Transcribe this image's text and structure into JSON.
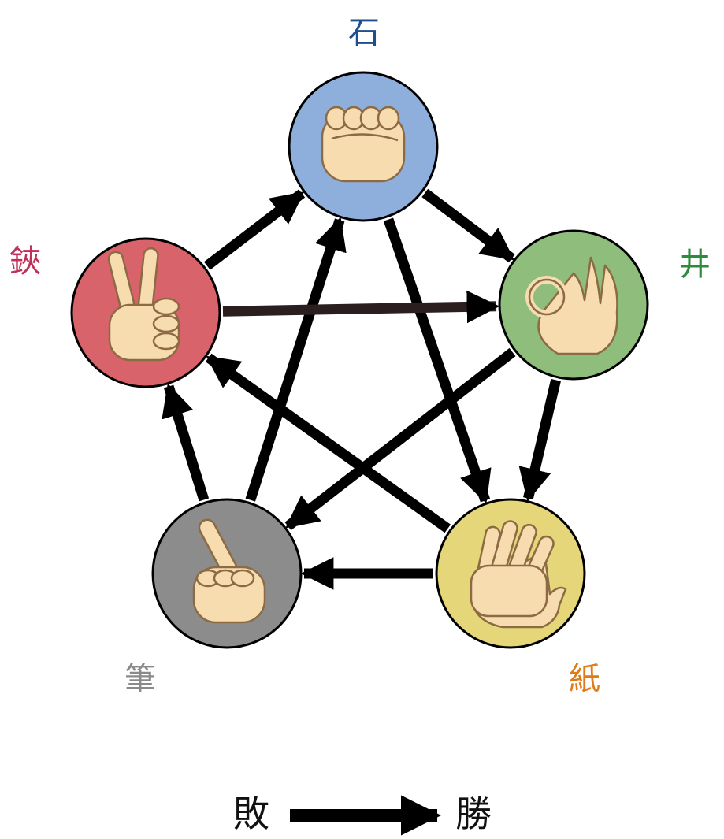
{
  "nodes": [
    {
      "id": "stone",
      "label": "石",
      "color": "#8eaedb",
      "label_color": "#1f4e8c",
      "gesture": "fist-icon"
    },
    {
      "id": "well",
      "label": "井",
      "color": "#8fbd7b",
      "label_color": "#2e8b3e",
      "gesture": "ok-hand-icon"
    },
    {
      "id": "paper",
      "label": "紙",
      "color": "#e5d67a",
      "label_color": "#e07b1a",
      "gesture": "open-palm-icon"
    },
    {
      "id": "brush",
      "label": "筆",
      "color": "#8c8c8c",
      "label_color": "#8a8a8a",
      "gesture": "pointing-finger-icon"
    },
    {
      "id": "scissor",
      "label": "鋏",
      "color": "#d9636b",
      "label_color": "#c0305a",
      "gesture": "v-sign-icon"
    }
  ],
  "edges": [
    {
      "from": "stone",
      "to": "well"
    },
    {
      "from": "stone",
      "to": "paper"
    },
    {
      "from": "scissor",
      "to": "stone"
    },
    {
      "from": "brush",
      "to": "stone"
    },
    {
      "from": "scissor",
      "to": "well"
    },
    {
      "from": "well",
      "to": "paper"
    },
    {
      "from": "well",
      "to": "brush"
    },
    {
      "from": "paper",
      "to": "scissor"
    },
    {
      "from": "paper",
      "to": "brush"
    },
    {
      "from": "brush",
      "to": "scissor"
    }
  ],
  "legend": {
    "lose": "敗",
    "win": "勝"
  },
  "colors": {
    "arrow": "#000000",
    "arrow_highlight": "#2a1e1e",
    "outline": "#000000"
  }
}
